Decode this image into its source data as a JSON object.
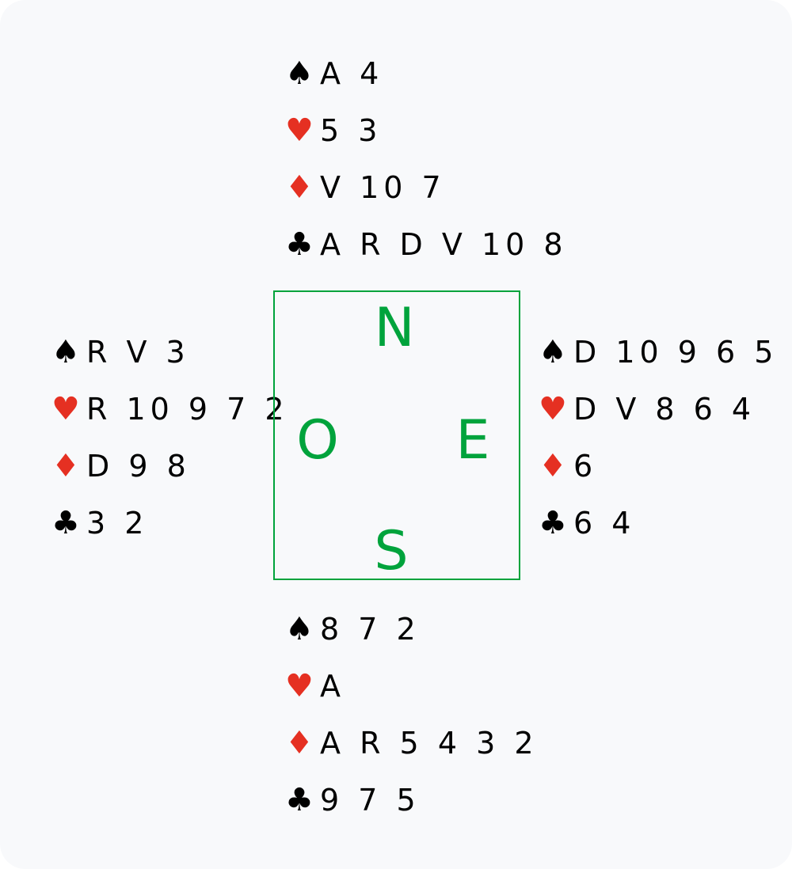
{
  "colors": {
    "red": "#e53022",
    "black": "#000000",
    "compass": "#00a33c"
  },
  "compass": {
    "north": "N",
    "west": "O",
    "east": "E",
    "south": "S"
  },
  "hands": {
    "north": {
      "spades": "A 4",
      "hearts": "5 3",
      "diamonds": "V 10 7",
      "clubs": "A R D V 10 8"
    },
    "west": {
      "spades": "R V 3",
      "hearts": "R 10 9 7 2",
      "diamonds": "D 9 8",
      "clubs": "3 2"
    },
    "east": {
      "spades": "D 10 9 6 5",
      "hearts": "D V 8 6 4",
      "diamonds": "6",
      "clubs": "6 4"
    },
    "south": {
      "spades": "8 7 2",
      "hearts": "A",
      "diamonds": "A R 5 4 3 2",
      "clubs": "9 7 5"
    }
  },
  "suits": {
    "spades": "♠",
    "hearts": "♥",
    "diamonds": "♦",
    "clubs": "♣"
  }
}
